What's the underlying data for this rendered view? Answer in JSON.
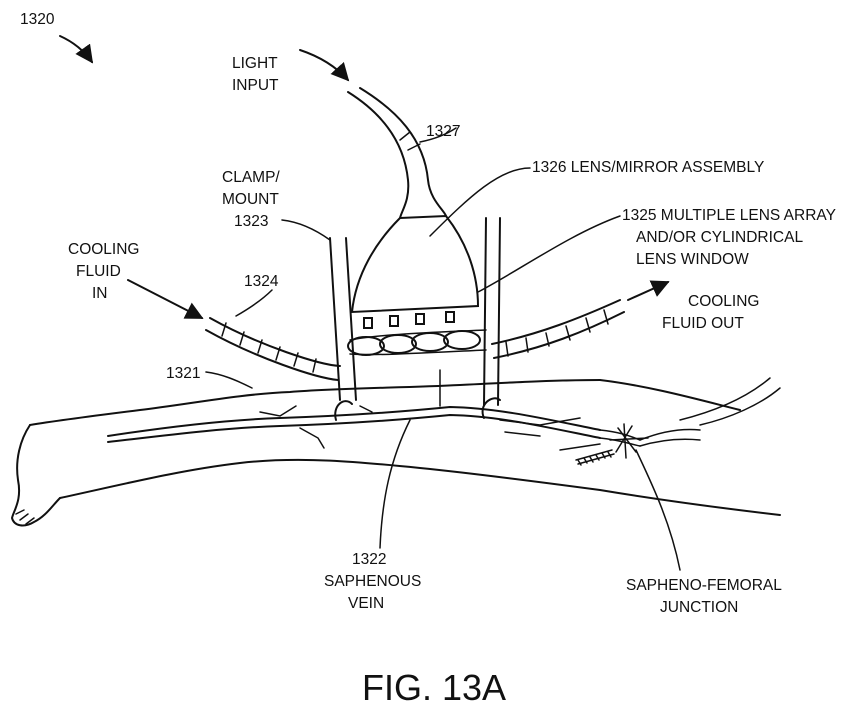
{
  "figure": {
    "ref_number": "1320",
    "caption": "FIG. 13A"
  },
  "labels": {
    "light_input": [
      "LIGHT",
      "INPUT"
    ],
    "fiber": "1327",
    "lens_mirror": "1326 LENS/MIRROR ASSEMBLY",
    "clamp": [
      "CLAMP/",
      "MOUNT",
      "1323"
    ],
    "lens_array": [
      "1325 MULTIPLE LENS ARRAY",
      "AND/OR CYLINDRICAL",
      "LENS WINDOW"
    ],
    "cooling_in": [
      "COOLING",
      "FLUID",
      "IN"
    ],
    "cooling_tube": "1324",
    "cooling_out": [
      "COOLING",
      "FLUID OUT"
    ],
    "leg": "1321",
    "saphenous": [
      "1322",
      "SAPHENOUS",
      "VEIN"
    ],
    "junction": [
      "SAPHENO-FEMORAL",
      "JUNCTION"
    ]
  }
}
